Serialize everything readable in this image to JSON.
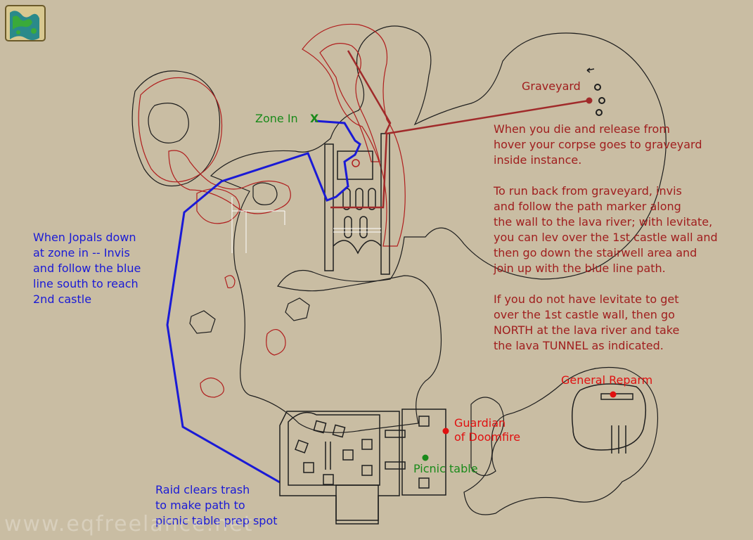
{
  "labels": {
    "graveyard": "Graveyard",
    "zone_in": "Zone In",
    "zone_in_marker": "X",
    "graveyard_note": "When you die and release from\nhover your corpse goes to graveyard\ninside instance.\n\nTo run back from graveyard, invis\nand follow the path marker along\nthe wall to the lava river; with levitate,\nyou can lev over the 1st castle wall and\nthen go down the stairwell area and\njoin up with the blue line path.\n\nIf you do not have levitate to get\nover the 1st castle wall, then go\nNORTH at the lava river and take\nthe lava TUNNEL as indicated.",
    "jopals_note": "When Jopals down\nat zone in -- Invis\nand follow the blue\nline south to reach\n2nd castle",
    "general_reparm": "General Reparm",
    "guardian": "Guardian\nof Doomfire",
    "picnic_table": "Picnic table",
    "raid_note": "Raid clears trash\nto make path to\npicnic table prep spot",
    "watermark": "www.eqfreelance.net"
  },
  "icons": {
    "map_thumbnail": "world-map-scroll-icon",
    "compass": "north-arrow-icon"
  },
  "colors": {
    "background": "#c9bda3",
    "terrain_outline": "#1e1e1e",
    "lava_outline": "#b01e1e",
    "blue_path": "#1a1ad6",
    "red_path": "#a02a2a",
    "green_marker": "#1a8a1a",
    "red_marker": "#e01010"
  }
}
